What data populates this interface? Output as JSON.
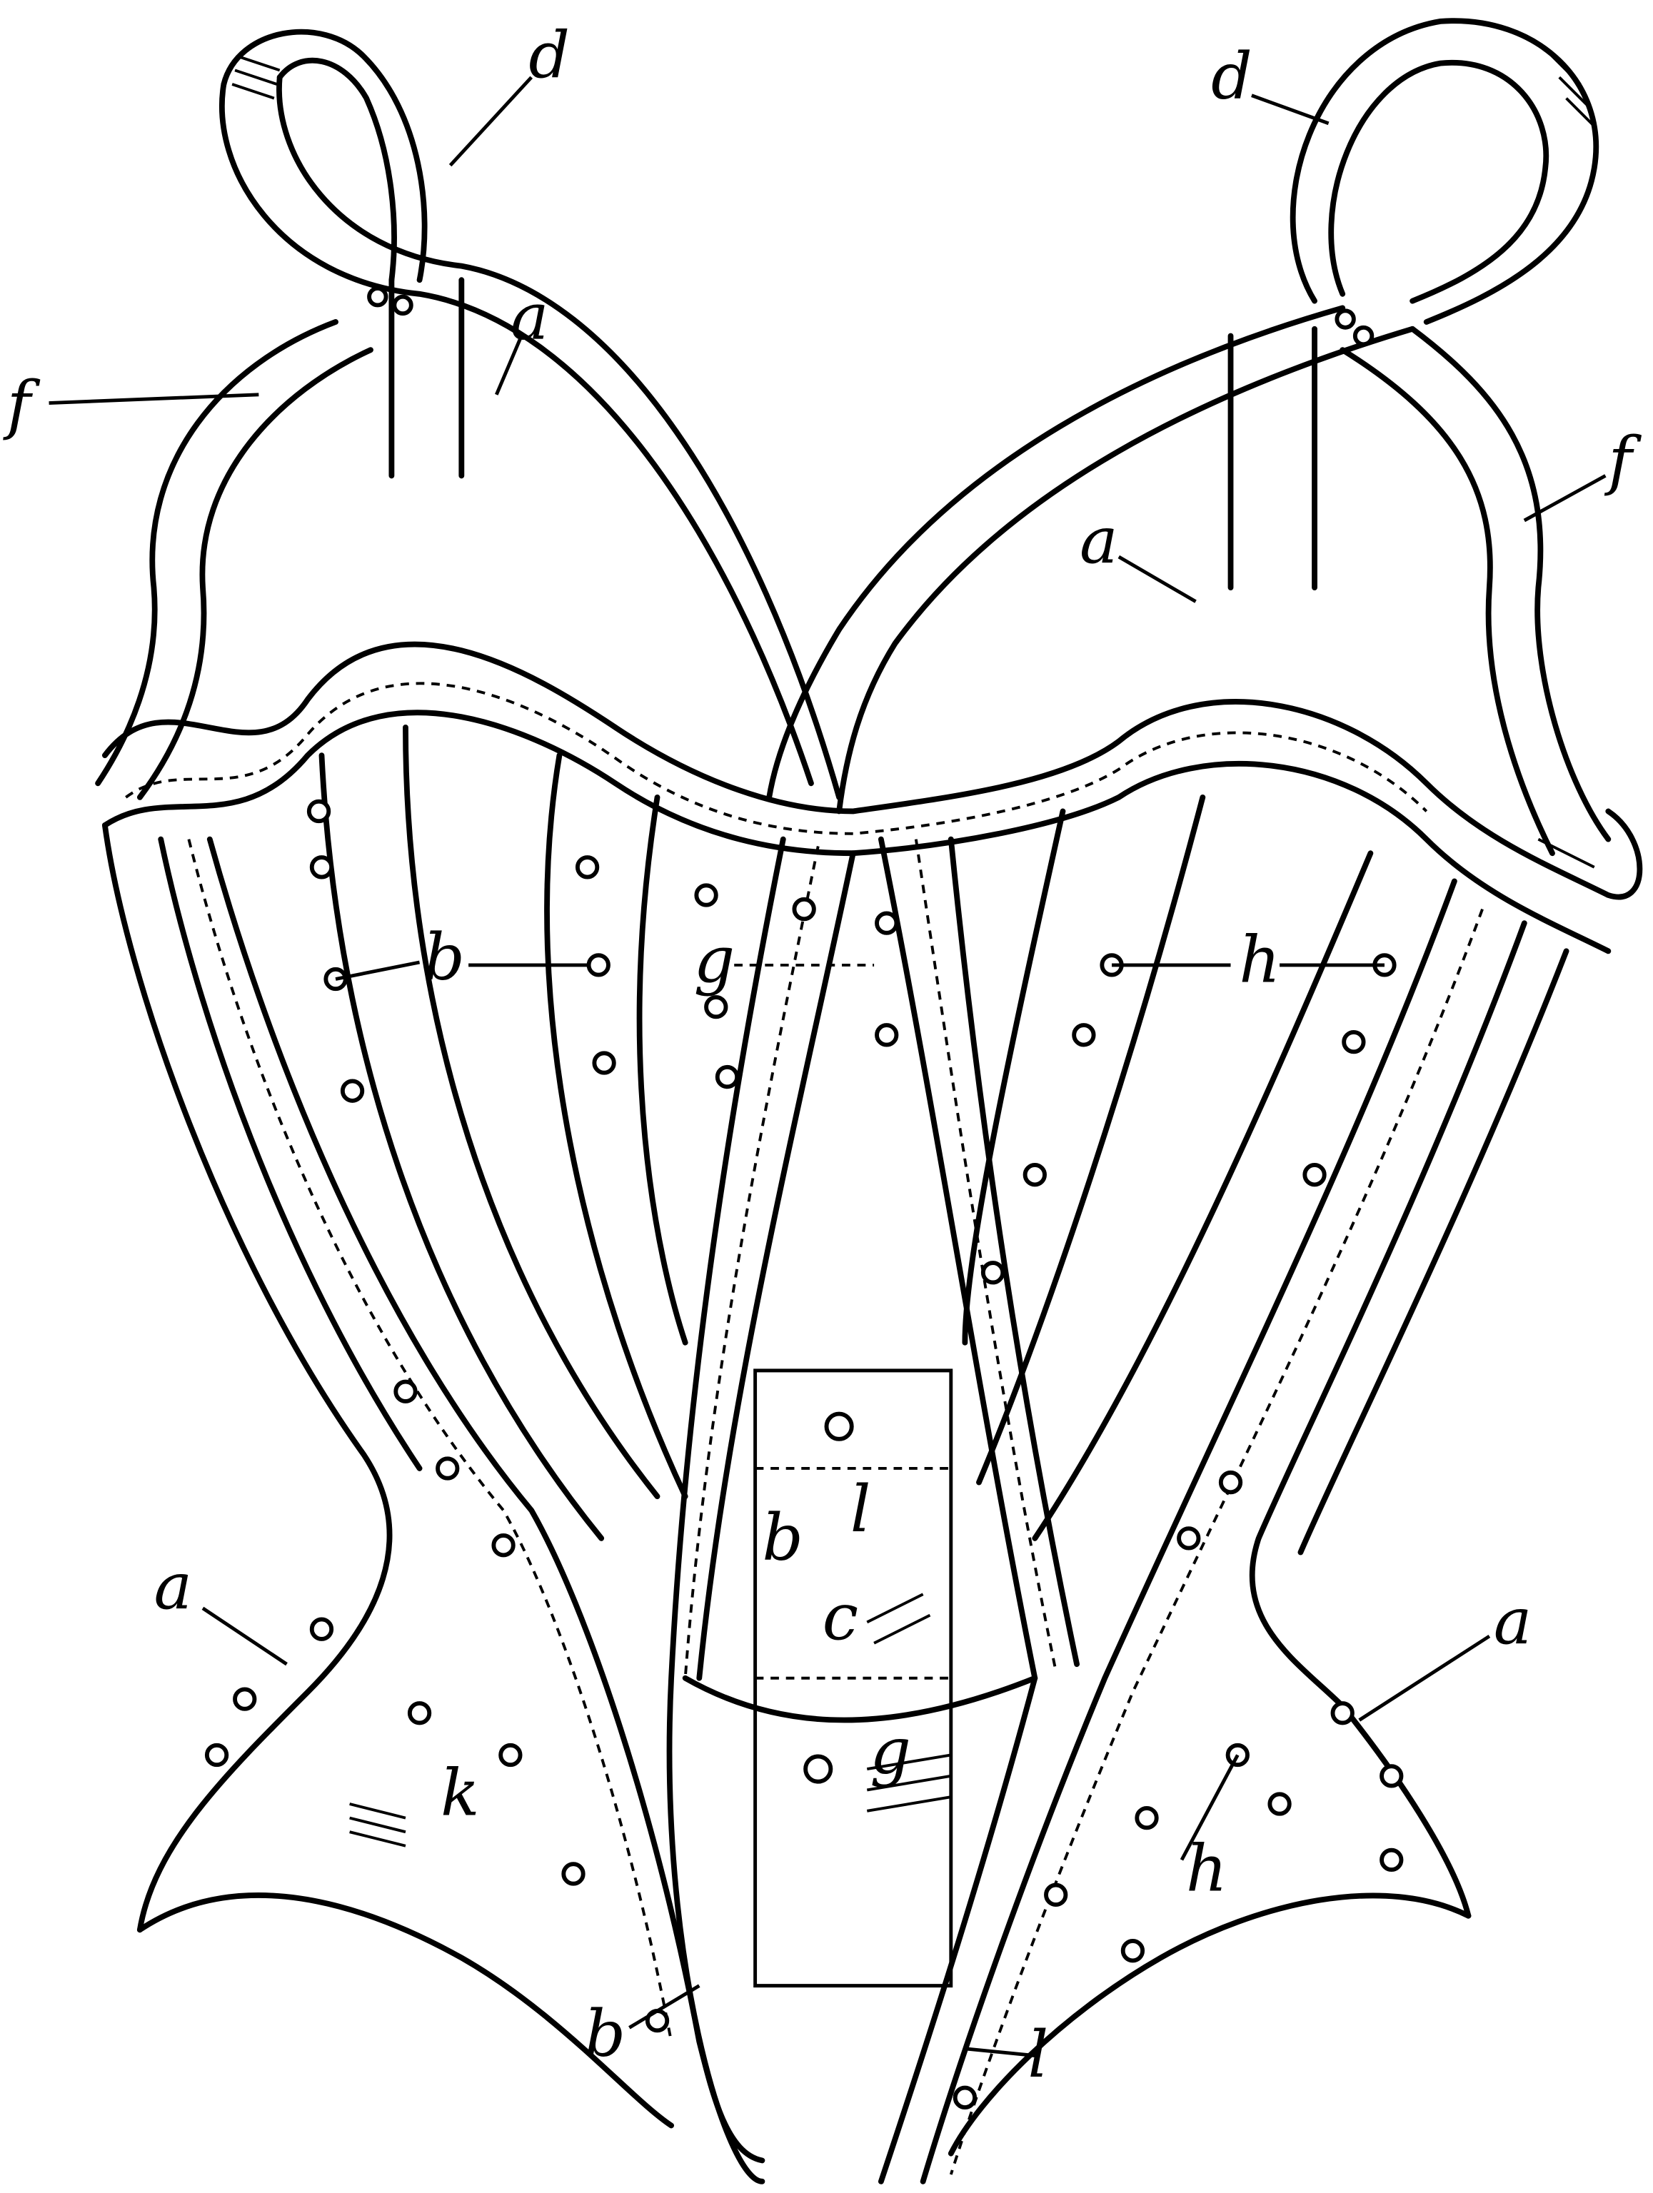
{
  "figure": {
    "labels": {
      "d_left": "d",
      "d_right": "d",
      "f_left": "f",
      "f_right": "f",
      "a_top_left": "a",
      "a_top_right": "a",
      "b_upper_left": "b",
      "h_upper_right": "h",
      "g_center": "g",
      "b_center_left": "b",
      "b_center_right": "l",
      "c_center": "c",
      "g_lower": "g",
      "a_bottom_left": "a",
      "a_bottom_right": "a",
      "k_bottom_left": "k",
      "h_bottom_right": "h",
      "b_bottom_left": "b",
      "b_bottom_right": "l"
    }
  }
}
